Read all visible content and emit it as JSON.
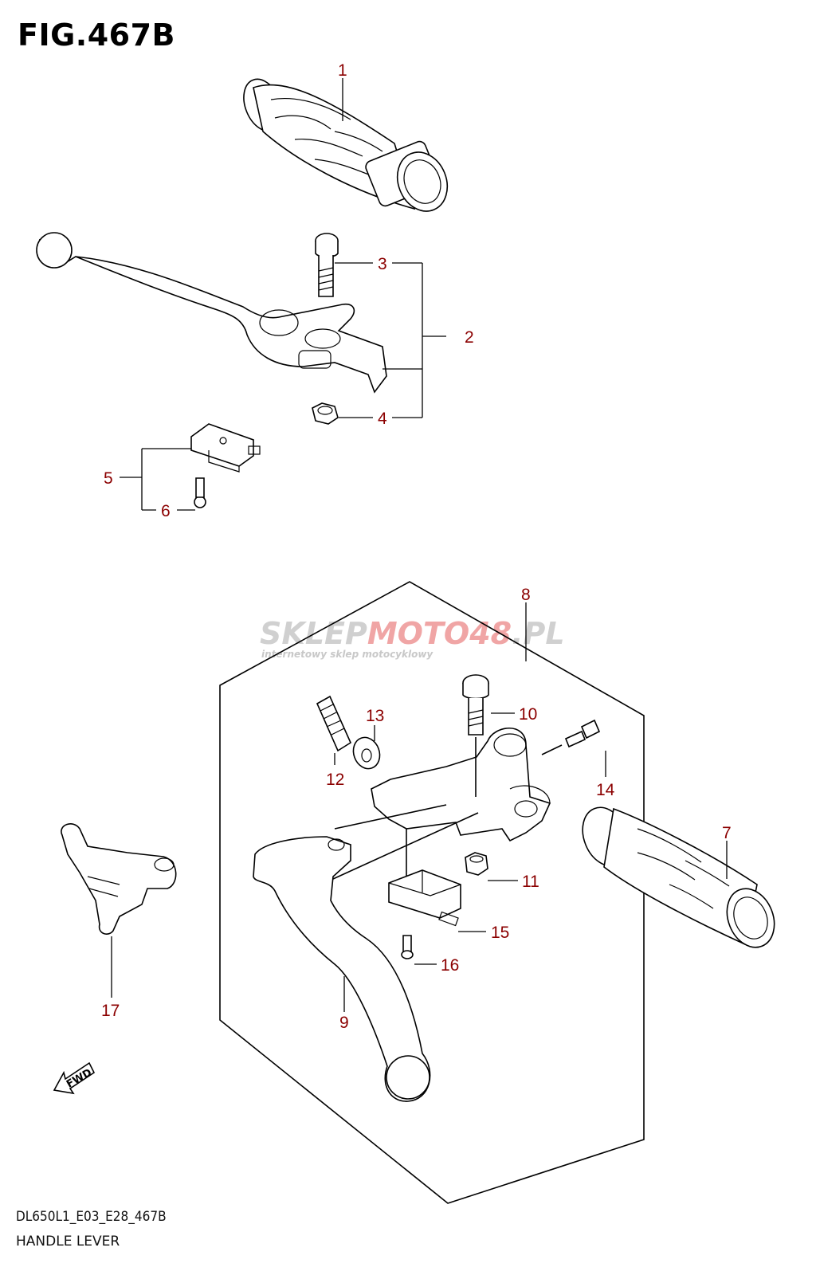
{
  "figure": {
    "title": "FIG.467B",
    "model_code": "DL650L1_E03_E28_467B",
    "name": "HANDLE LEVER"
  },
  "watermark": {
    "brand_prefix": "SKLEP",
    "brand_main": "MOTO",
    "brand_number": "48",
    "brand_suffix": ".PL",
    "tagline": "internetowy sklep motocyklowy"
  },
  "fwd_label": "FWD",
  "callouts": [
    "1",
    "2",
    "3",
    "4",
    "5",
    "6",
    "7",
    "8",
    "9",
    "10",
    "11",
    "12",
    "13",
    "14",
    "15",
    "16",
    "17"
  ],
  "colors": {
    "callout": "#8b0000",
    "line": "#000000",
    "watermark_grey": "#c8c8c8",
    "watermark_red": "#f2a0a0"
  }
}
